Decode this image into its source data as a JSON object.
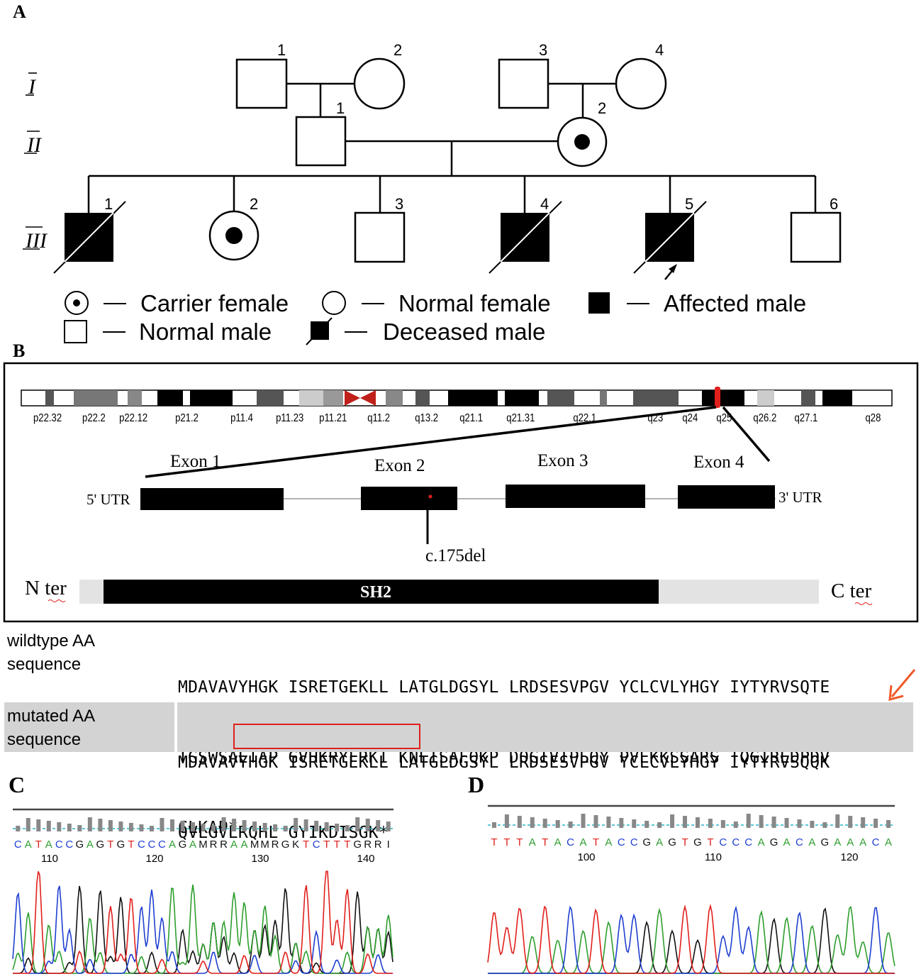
{
  "panels": {
    "a": "A",
    "b": "B",
    "c": "C",
    "d": "D"
  },
  "pedigree": {
    "generations": [
      "I",
      "II",
      "III"
    ],
    "gen1": [
      "1",
      "2",
      "3",
      "4"
    ],
    "gen2": [
      "1",
      "2"
    ],
    "gen3": [
      "1",
      "2",
      "3",
      "4",
      "5",
      "6"
    ],
    "legend": {
      "carrier_female": "Carrier female",
      "normal_female": "Normal female",
      "affected_male": "Affected male",
      "normal_male": "Normal male",
      "deceased_male": "Deceased male"
    }
  },
  "gene": {
    "bands": [
      "p22.32",
      "p22.2",
      "p22.12",
      "p21.2",
      "p11.4",
      "p11.23",
      "p11.21",
      "q11.2",
      "q13.2",
      "q21.1",
      "q21.31",
      "q22.1",
      "q23",
      "q24",
      "q25",
      "q26.2",
      "q27.1",
      "q28"
    ],
    "exons": [
      "Exon 1",
      "Exon 2",
      "Exon 3",
      "Exon 4"
    ],
    "utr5": "5' UTR",
    "utr3": "3' UTR",
    "mutation": "c.175del",
    "nter": "N ter",
    "cter": "C ter",
    "domain": "SH2"
  },
  "sequences": {
    "wt_label": [
      "wildtype AA",
      "sequence"
    ],
    "wt_lines": [
      "MDAVAVYHGK ISRETGEKLL LATGLDGSYL LRDSESVPGV YCLCVLYHGY IYTYRVSQTE",
      "TGSWSAETAP GVHKRYFRKI KNLISAFQKP DQGIVIPLQY PVEKKSSARS TQGIREDPDV",
      "CLKAP*"
    ],
    "mut_label": [
      "mutated AA",
      "sequence"
    ],
    "mut_lines": [
      "MDAVAVYHGK ISRETGEKLL LATGLDGSYL LRDSESVPGV YCLCVLYHGY IYTYRVSQQK",
      "QVLGVLRQHL GYIKDISGK*"
    ]
  },
  "chromC": {
    "bases": "CATACCGAGTGTCCCAGAMRRAAMMRGKTCTTTGRRI",
    "ticks": [
      "110",
      "120",
      "130",
      "140"
    ]
  },
  "chromD": {
    "bases": "TTTATACATACCGAGTGTCCCAGACAGAAACA",
    "ticks": [
      "100",
      "110",
      "120"
    ]
  },
  "colors": {
    "A": "#2e9e2e",
    "C": "#1f3fd0",
    "G": "#111111",
    "T": "#e0201c",
    "accent": "#e0201c"
  }
}
